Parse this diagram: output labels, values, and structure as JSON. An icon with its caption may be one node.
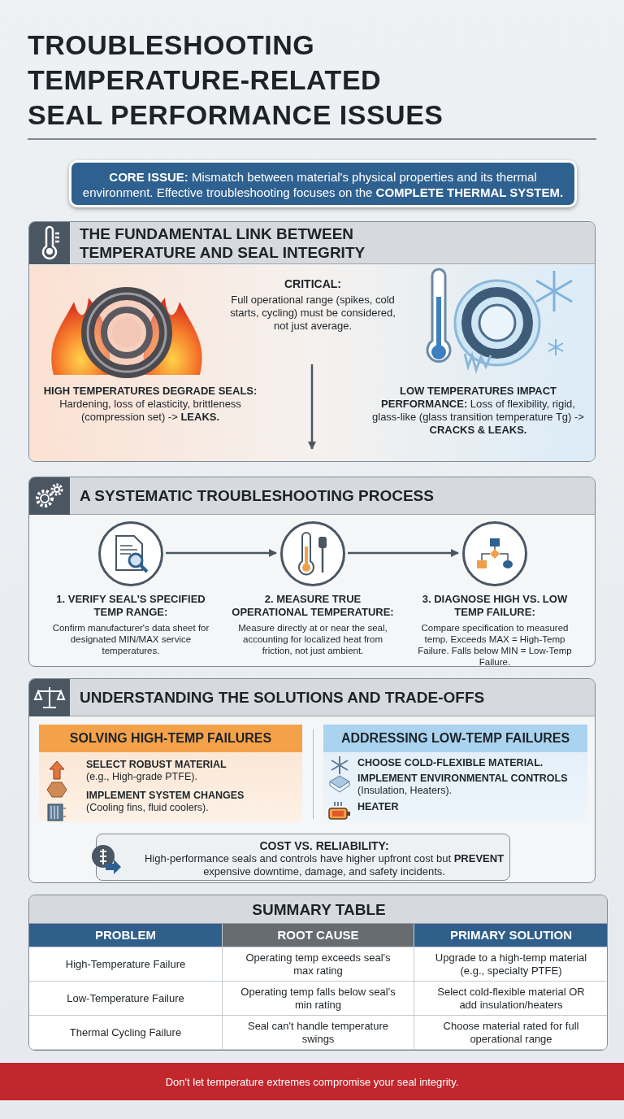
{
  "diagram": {
    "title": "TROUBLESHOOTING TEMPERATURE-RELATED SEAL PERFORMANCE ISSUES",
    "nodes": [
      {
        "text": [
          "**CORE ISSUE:** Mismatch between material's physical properties and its thermal environment. Effective troubleshooting focuses on the **COMPLETE THERMAL SYSTEM.**"
        ]
      },
      {
        "text": [
          "THE FUNDAMENTAL LINK BETWEEN TEMPERATURE AND SEAL INTEGRITY",
          "**HIGH TEMPERATURES DEGRADE SEALS:** Hardening, loss of elasticity, brittleness (compression set) -> **LEAKS.**",
          "**LOW TEMPERATURES IMPACT PERFORMANCE:** Loss of flexibility, rigid, glass-like (glass transition temperature Tg) -> **CRACKS & LEAKS.**"
        ]
      },
      {
        "text": [
          "CRITICAL:",
          "Full operational range (spikes, cold starts, cycling) must be considered, not just average."
        ],
        "in": 1
      },
      {
        "text": [
          "A SYSTEMATIC TROUBLESHOOTING PROCESS"
        ]
      },
      {
        "text": [],
        "shape": "circle",
        "in": 3,
        "beside": [
          "1. VERIFY SEAL'S SPECIFIED TEMP RANGE:",
          "Confirm manufacturer's data sheet for designated MIN/MAX service temperatures."
        ]
      },
      {
        "text": [],
        "shape": "circle",
        "in": 3,
        "beside": [
          "2. MEASURE TRUE OPERATIONAL TEMPERATURE:",
          "Measure directly at or near the seal, accounting for localized heat from friction, not just ambient."
        ]
      },
      {
        "text": [],
        "shape": "circle",
        "in": 3,
        "beside": [
          "3. DIAGNOSE HIGH VS. LOW TEMP FAILURE:",
          "Compare specification to measured temp. Exceeds MAX = High-Temp Failure. Falls below MIN = Low-Temp Failure."
        ]
      },
      {
        "text": [
          "UNDERSTANDING THE SOLUTIONS AND TRADE-OFFS"
        ]
      },
      {
        "text": [
          "SOLVING HIGH-TEMP FAILURES",
          "**SELECT ROBUST MATERIAL** (e.g., High-grade PTFE).",
          "**IMPLEMENT SYSTEM CHANGES** (Cooling fins, fluid coolers)."
        ],
        "in": 7
      },
      {
        "text": [
          "ADDRESSING LOW-TEMP FAILURES",
          "CHOOSE COLD-FLEXIBLE MATERIAL.",
          "**IMPLEMENT ENVIRONMENTAL CONTROLS** (Insulation, Heaters).",
          "HEATER"
        ],
        "in": 7
      },
      {
        "text": [
          "COST VS. RELIABILITY:",
          "High-performance seals and controls have higher upfront cost but **PREVENT** expensive downtime, damage, and safety incidents."
        ],
        "in": 7
      },
      {
        "text": [
          "SUMMARY TABLE"
        ]
      },
      {
        "text": [
          "Don't let temperature extremes compromise your seal integrity."
        ]
      }
    ],
    "edges": [
      {
        "from": 2,
        "to": null,
        "arrow": "to"
      },
      {
        "from": 4,
        "to": 5,
        "arrow": "to"
      },
      {
        "from": 5,
        "to": 6,
        "arrow": "to"
      }
    ],
    "labels": [
      "PROBLEM",
      "ROOT CAUSE",
      "PRIMARY SOLUTION",
      "High-Temperature Failure",
      "Operating temp exceeds seal's max rating",
      "Upgrade to a high-temp material (e.g., specialty PTFE)",
      "Low-Temperature Failure",
      "Operating temp falls below seal's min rating",
      "Select cold-flexible material OR add insulation/heaters",
      "Thermal Cycling Failure",
      "Seal can't handle temperature swings",
      "Choose material rated for full operational range"
    ]
  }
}
